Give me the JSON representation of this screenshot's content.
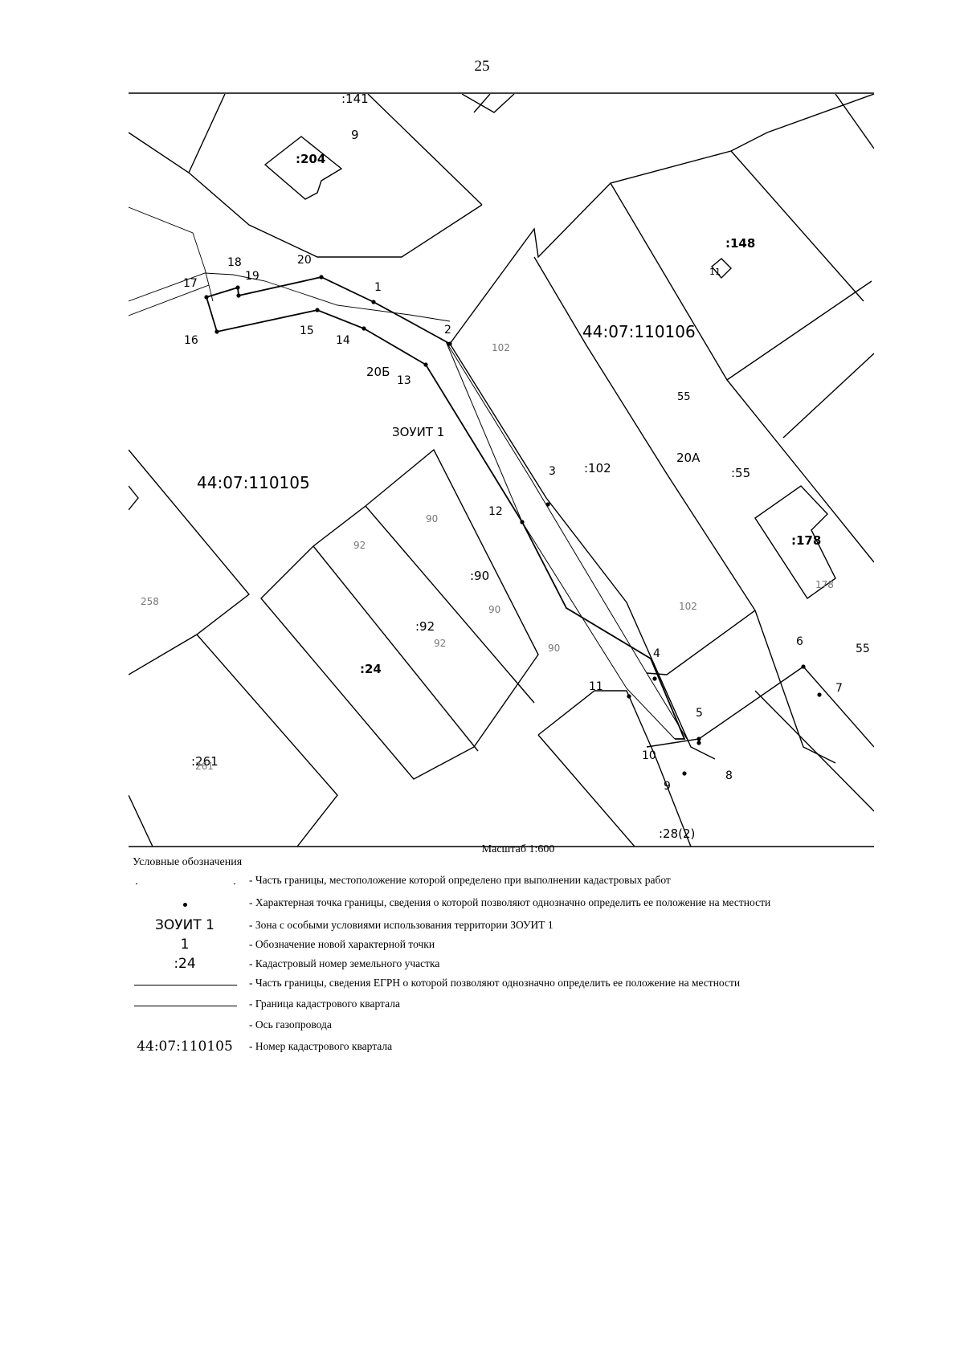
{
  "page": {
    "number": "25"
  },
  "map": {
    "scale": "Масштаб 1:600",
    "quarters": [
      {
        "label": "44:07:110105"
      },
      {
        "label": "44:07:110106"
      }
    ],
    "zone_label": "ЗОУИТ 1",
    "parcel_labels": [
      {
        "label": ":141",
        "style": "normal"
      },
      {
        "label": ":204",
        "style": "bold"
      },
      {
        "label": ":148",
        "style": "bold"
      },
      {
        "label": ":102",
        "style": "normal"
      },
      {
        "label": ":55",
        "style": "normal"
      },
      {
        "label": ":178",
        "style": "bold"
      },
      {
        "label": ":90",
        "style": "normal"
      },
      {
        "label": ":92",
        "style": "normal"
      },
      {
        "label": ":24",
        "style": "bold"
      },
      {
        "label": ":261",
        "style": "normal"
      },
      {
        "label": ":28(2)",
        "style": "normal"
      }
    ],
    "secondary_labels": [
      "9",
      "20Б",
      "20А",
      "11",
      "55",
      "55",
      "102",
      "102",
      "258",
      "92",
      "90",
      "90",
      "90",
      "92",
      "178",
      "261"
    ],
    "point_labels": [
      "1",
      "2",
      "3",
      "4",
      "5",
      "6",
      "7",
      "8",
      "9",
      "10",
      "11",
      "12",
      "13",
      "14",
      "15",
      "16",
      "17",
      "18",
      "19",
      "20"
    ]
  },
  "legend": {
    "title": "Условные обозначения",
    "items": [
      {
        "symbol": "",
        "symbol_type": "dash-line",
        "text": "- Часть границы, местоположение которой определено при выполнении кадастровых работ"
      },
      {
        "symbol": "",
        "symbol_type": "point",
        "text": "- Характерная точка границы, сведения о которой позволяют однозначно определить ее положение на местности"
      },
      {
        "symbol": "ЗОУИТ 1",
        "symbol_type": "text",
        "text": "- Зона с особыми условиями использования территории ЗОУИТ 1"
      },
      {
        "symbol": "1",
        "symbol_type": "text",
        "text": "- Обозначение новой характерной точки"
      },
      {
        "symbol": ":24",
        "symbol_type": "text",
        "text": "- Кадастровый номер земельного участка"
      },
      {
        "symbol": "",
        "symbol_type": "solid-line",
        "text": "- Часть границы, сведения ЕГРН о которой позволяют однозначно определить ее положение на местности"
      },
      {
        "symbol": "",
        "symbol_type": "solid-line",
        "text": "- Граница кадастрового квартала"
      },
      {
        "symbol": "",
        "symbol_type": "none",
        "text": "- Ось газопровода"
      },
      {
        "symbol": "44:07:110105",
        "symbol_type": "quarter",
        "text": "- Номер кадастрового квартала"
      }
    ]
  }
}
